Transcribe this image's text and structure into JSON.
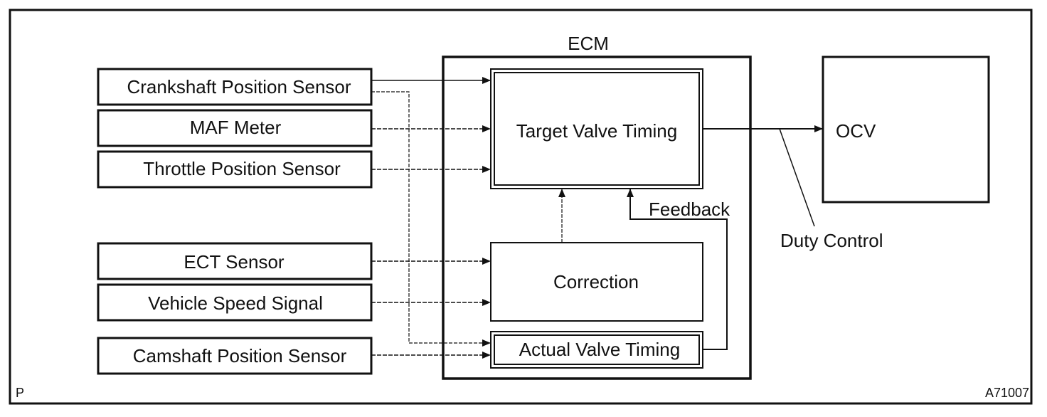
{
  "diagram": {
    "ecm_label": "ECM",
    "inputs": [
      {
        "id": "crankshaft",
        "label": "Crankshaft Position Sensor"
      },
      {
        "id": "maf",
        "label": "MAF Meter"
      },
      {
        "id": "throttle",
        "label": "Throttle Position Sensor"
      },
      {
        "id": "ect",
        "label": "ECT Sensor"
      },
      {
        "id": "vss",
        "label": "Vehicle Speed Signal"
      },
      {
        "id": "camshaft",
        "label": "Camshaft Position Sensor"
      }
    ],
    "blocks": {
      "target": "Target Valve Timing",
      "correction": "Correction",
      "actual": "Actual Valve Timing",
      "ocv": "OCV"
    },
    "feedback_label": "Feedback",
    "duty_label": "Duty Control",
    "page_marker": "P",
    "figure_code": "A71007"
  }
}
